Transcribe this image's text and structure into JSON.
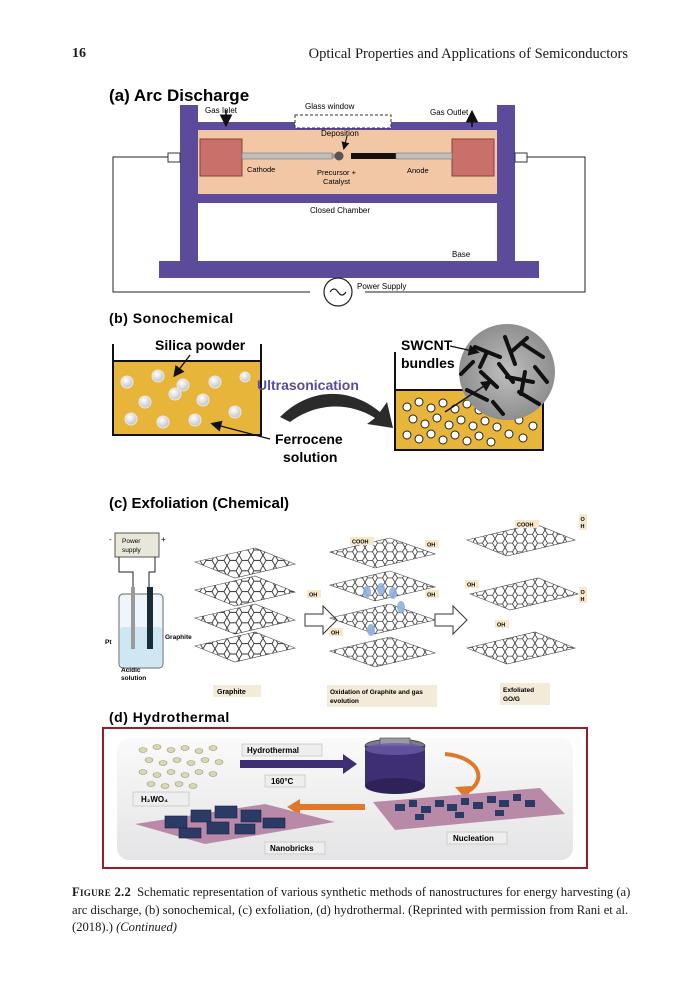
{
  "page": {
    "number": "16",
    "running_head": "Optical Properties and Applications of Semiconductors"
  },
  "figure": {
    "panel_a": {
      "title": "(a) Arc Discharge",
      "gas_inlet": "Gas Inlet",
      "glass_window": "Glass window",
      "gas_outlet": "Gas Outlet",
      "deposition": "Deposition",
      "cathode": "Cathode",
      "precursor_line1": "Precursor +",
      "precursor_line2": "Catalyst",
      "anode": "Anode",
      "closed_chamber": "Closed Chamber",
      "base": "Base",
      "power_supply": "Power Supply"
    },
    "panel_b": {
      "title": "(b) Sonochemical",
      "silica_powder": "Silica powder",
      "ultrasonication": "Ultrasonication",
      "swcnt_line1": "SWCNT",
      "swcnt_line2": "bundles",
      "ferrocene_line1": "Ferrocene",
      "ferrocene_line2": "solution"
    },
    "panel_c": {
      "title": "(c) Exfoliation (Chemical)",
      "power_line1": "Power",
      "power_line2": "supply",
      "minus": "-",
      "plus": "+",
      "pt": "Pt",
      "graphite_electrode": "Graphite",
      "acidic_line1": "Acidic",
      "acidic_line2": "solution",
      "cooh": "COOH",
      "oh": "OH",
      "o_letter": "O",
      "h_letter": "H",
      "label_graphite": "Graphite",
      "label_oxidation_line1": "Oxidation of Graphite and gas",
      "label_oxidation_line2": "evolution",
      "label_exfoliated_line1": "Exfoliated",
      "label_exfoliated_line2": "GO/G"
    },
    "panel_d": {
      "title": "(d) Hydrothermal",
      "hydrothermal": "Hydrothermal",
      "temperature": "160°C",
      "h2wo4": "H₂WO₄",
      "nucleation": "Nucleation",
      "nanobricks": "Nanobricks"
    }
  },
  "caption": {
    "label": "Figure 2.2",
    "text": "Schematic representation of various synthetic methods of nanostructures for energy harvesting (a) arc discharge, (b) sonochemical, (c) exfoliation, (d) hydrothermal. (Reprinted with permission from Rani et al. (2018).)",
    "continued": "(Continued)"
  },
  "colors": {
    "frame_purple": "#5b4b9a",
    "chamber_peach": "#f2c7a6",
    "electrode_red": "#c9706a",
    "vessel_gold": "#e8b53b",
    "d_border": "#9b1c2a",
    "d_purple": "#3e2f74",
    "d_arrow_orange": "#e0782a"
  }
}
